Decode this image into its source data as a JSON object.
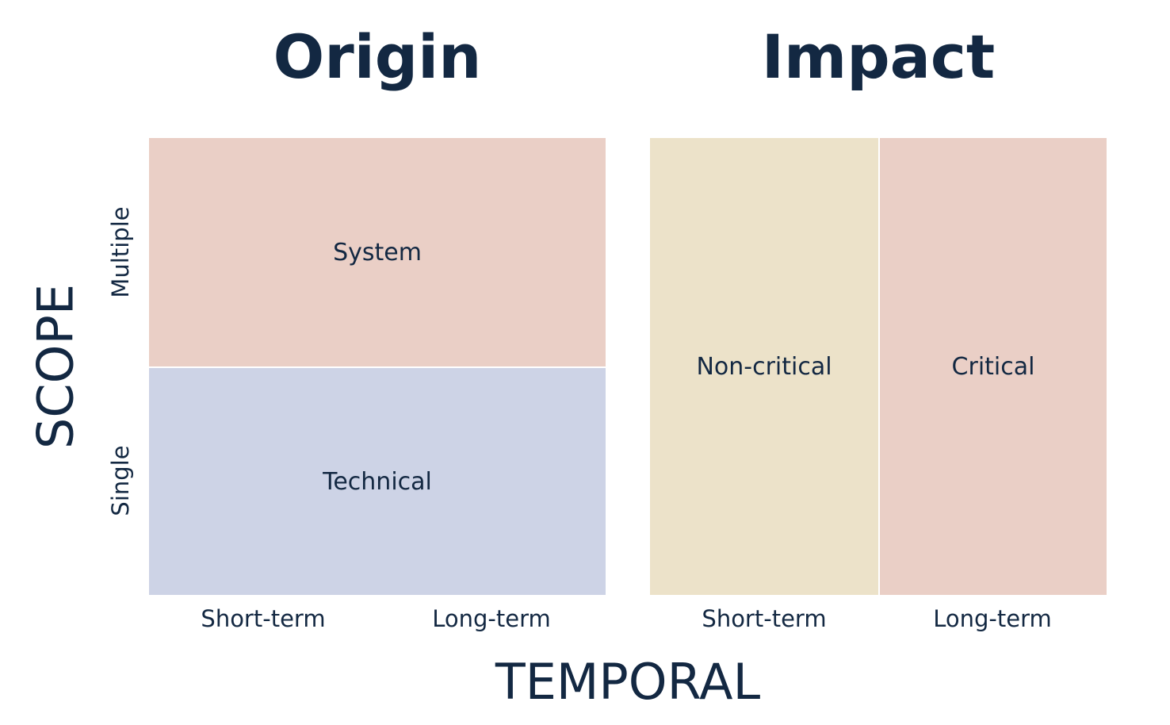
{
  "panels": {
    "origin": {
      "title": "Origin",
      "cells": {
        "top": {
          "label": "System",
          "color": "#EACFC6"
        },
        "bottom": {
          "label": "Technical",
          "color": "#CDD3E6"
        }
      },
      "columns": [
        "Short-term",
        "Long-term"
      ]
    },
    "impact": {
      "title": "Impact",
      "cells": {
        "left": {
          "label": "Non-critical",
          "color": "#ECE2C9"
        },
        "right": {
          "label": "Critical",
          "color": "#EACFC6"
        }
      },
      "columns": [
        "Short-term",
        "Long-term"
      ]
    }
  },
  "axes": {
    "y": {
      "label": "SCOPE",
      "rows": [
        "Multiple",
        "Single"
      ]
    },
    "x": {
      "label": "TEMPORAL"
    }
  },
  "colors": {
    "text": "#132842",
    "background": "#FFFFFF"
  }
}
